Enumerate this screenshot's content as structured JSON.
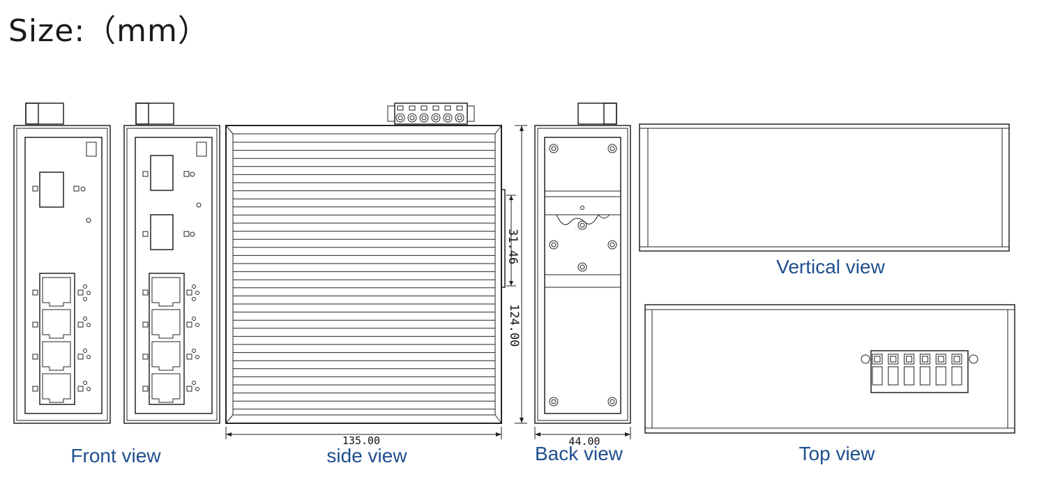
{
  "title": "Size:（mm）",
  "views": {
    "front": "Front view",
    "side": "side view",
    "back": "Back view",
    "vertical": "Vertical view",
    "top": "Top view"
  },
  "dimensions": {
    "side_width": "135.00",
    "back_width": "44.00",
    "height": "124.00",
    "din_rail": "31.46"
  },
  "colors": {
    "label": "#1f4f8f",
    "line": "#222222"
  }
}
